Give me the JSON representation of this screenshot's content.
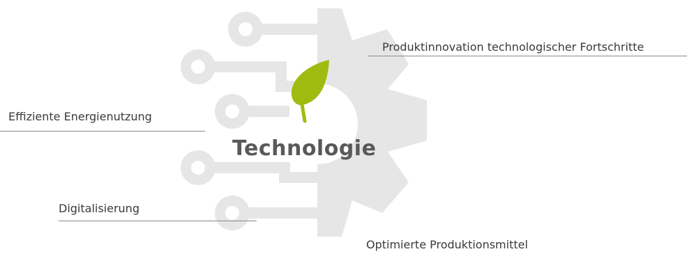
{
  "diagram": {
    "center_title": "Technologie",
    "labels": [
      "Produktinnovation technologischer Fortschritte",
      "Effiziente Energienutzung",
      "Digitalisierung",
      "Optimierte Produktionsmittel"
    ],
    "icons": {
      "background": "gear-circuit-icon",
      "accent": "leaf-icon"
    },
    "colors": {
      "gear": "#e6e6e6",
      "leaf": "#9fbb0f",
      "title": "#595959",
      "label_text": "#3a3a3a",
      "line": "#8a8a8a"
    }
  }
}
